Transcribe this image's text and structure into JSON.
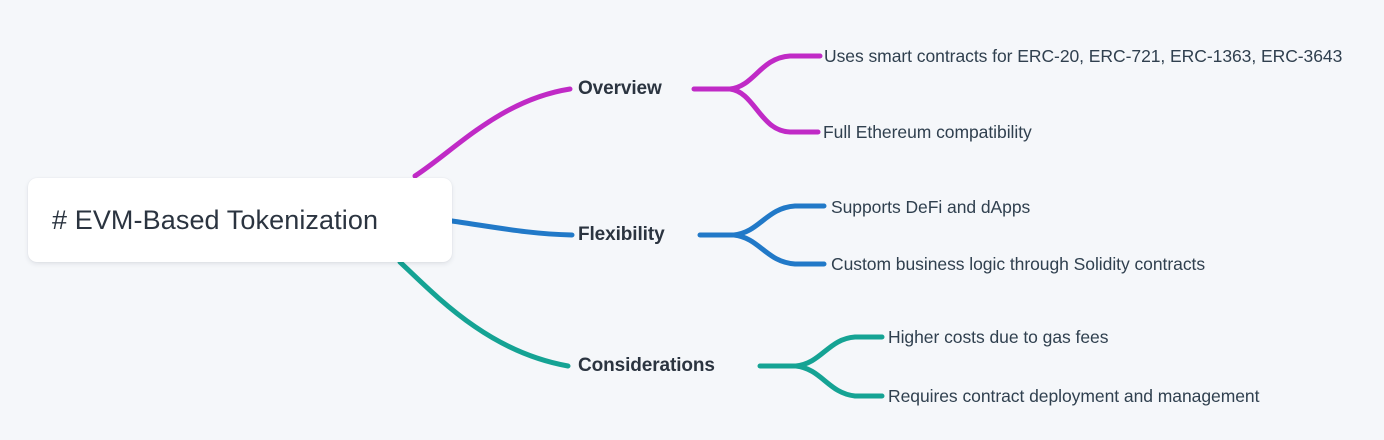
{
  "diagram": {
    "type": "mindmap",
    "background_color": "#f5f7fa",
    "root": {
      "label": "# EVM-Based Tokenization",
      "text_color": "#2b3440",
      "box_color": "#ffffff"
    },
    "branches": [
      {
        "label": "Overview",
        "color": "#c02ac6",
        "children": [
          {
            "label": "Uses smart contracts for ERC-20, ERC-721, ERC-1363, ERC-3643"
          },
          {
            "label": "Full Ethereum compatibility"
          }
        ]
      },
      {
        "label": "Flexibility",
        "color": "#2179c8",
        "children": [
          {
            "label": "Supports DeFi and dApps"
          },
          {
            "label": "Custom business logic through Solidity contracts"
          }
        ]
      },
      {
        "label": "Considerations",
        "color": "#15a394",
        "children": [
          {
            "label": "Higher costs due to gas fees"
          },
          {
            "label": "Requires contract deployment and management"
          }
        ]
      }
    ]
  }
}
